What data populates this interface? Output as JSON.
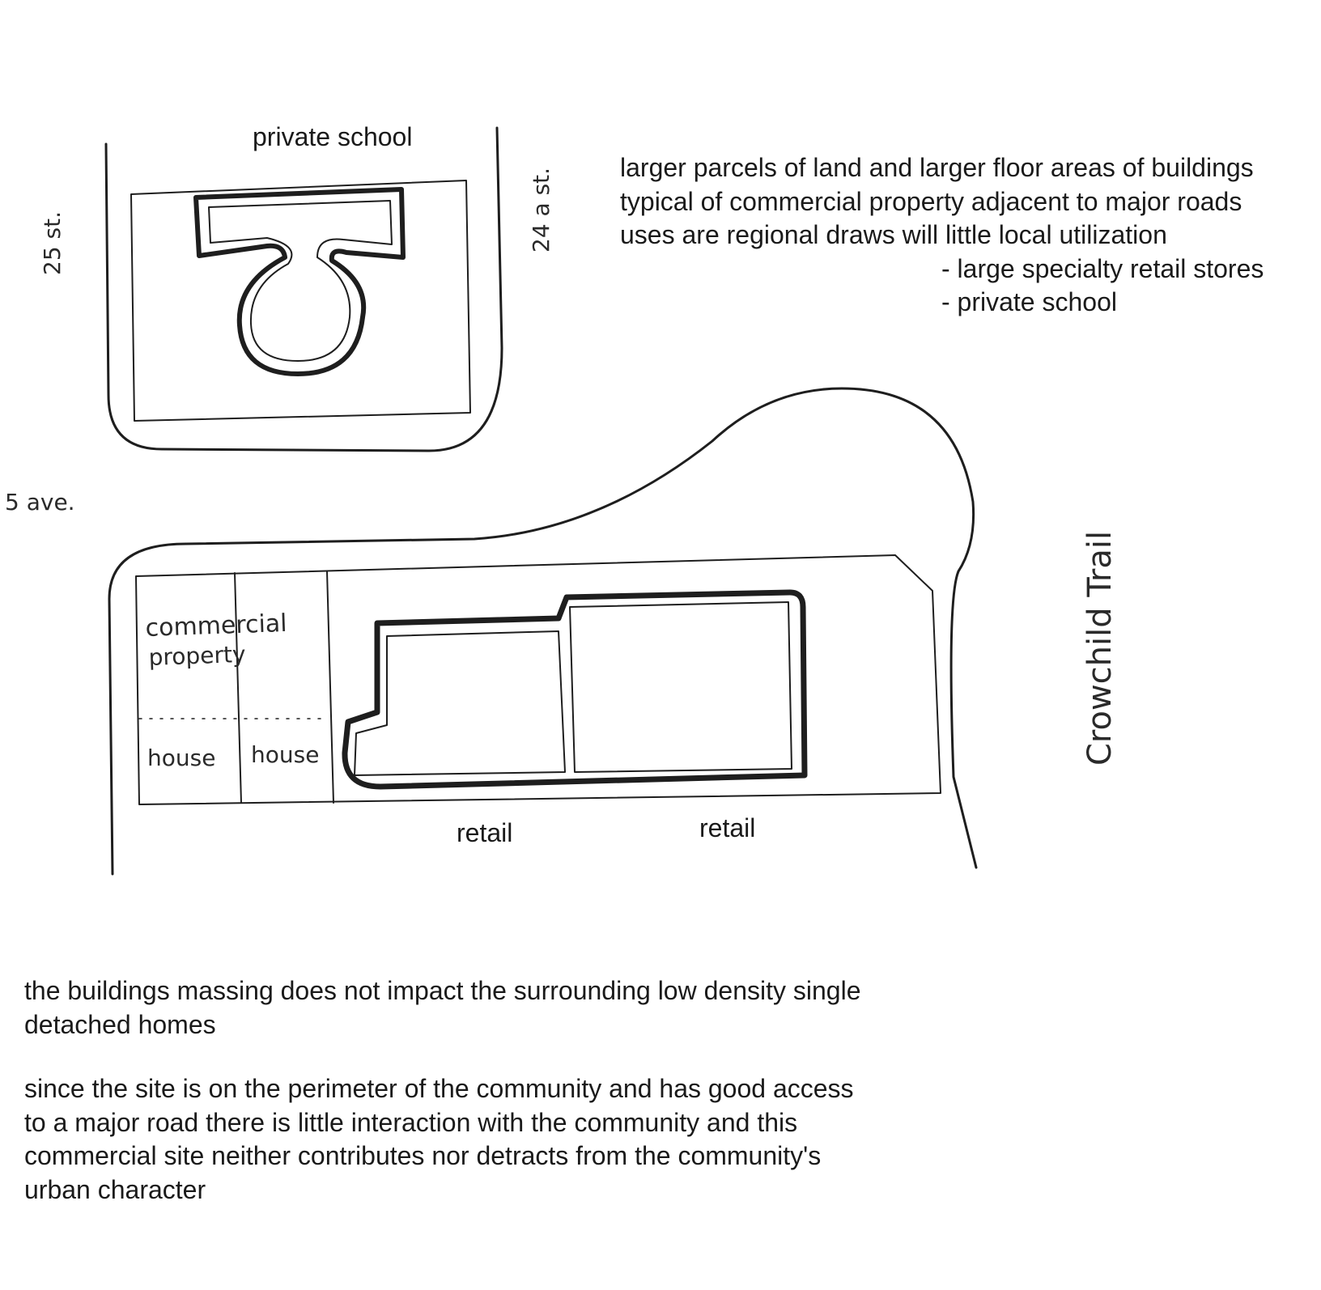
{
  "labels": {
    "private_school": "private school",
    "street_25": "25 st.",
    "street_24a": "24 a st.",
    "avenue_5": "5 ave.",
    "crowchild_trail": "Crowchild Trail",
    "commercial_line1": "commercial",
    "commercial_line2": "property",
    "house_left": "house",
    "house_right": "house",
    "retail_left": "retail",
    "retail_right": "retail"
  },
  "notes_top": {
    "line1": "larger parcels of land and larger floor areas of buildings",
    "line2": "typical of commercial property adjacent to major roads",
    "line3": "uses are regional draws will little local utilization",
    "bullet1": "- large specialty retail stores",
    "bullet2": "- private school"
  },
  "notes_bottom": {
    "para1_line1": "the buildings massing does not impact the surrounding low density single",
    "para1_line2": "detached homes",
    "para2_line1": "since the site is on the perimeter of the community and has good access",
    "para2_line2": "to a major road there is little interaction with the community and this",
    "para2_line3": "commercial site neither contributes nor detracts from the community's",
    "para2_line4": "urban character"
  },
  "colors": {
    "ink": "#1e1e1e",
    "paper": "#ffffff"
  }
}
